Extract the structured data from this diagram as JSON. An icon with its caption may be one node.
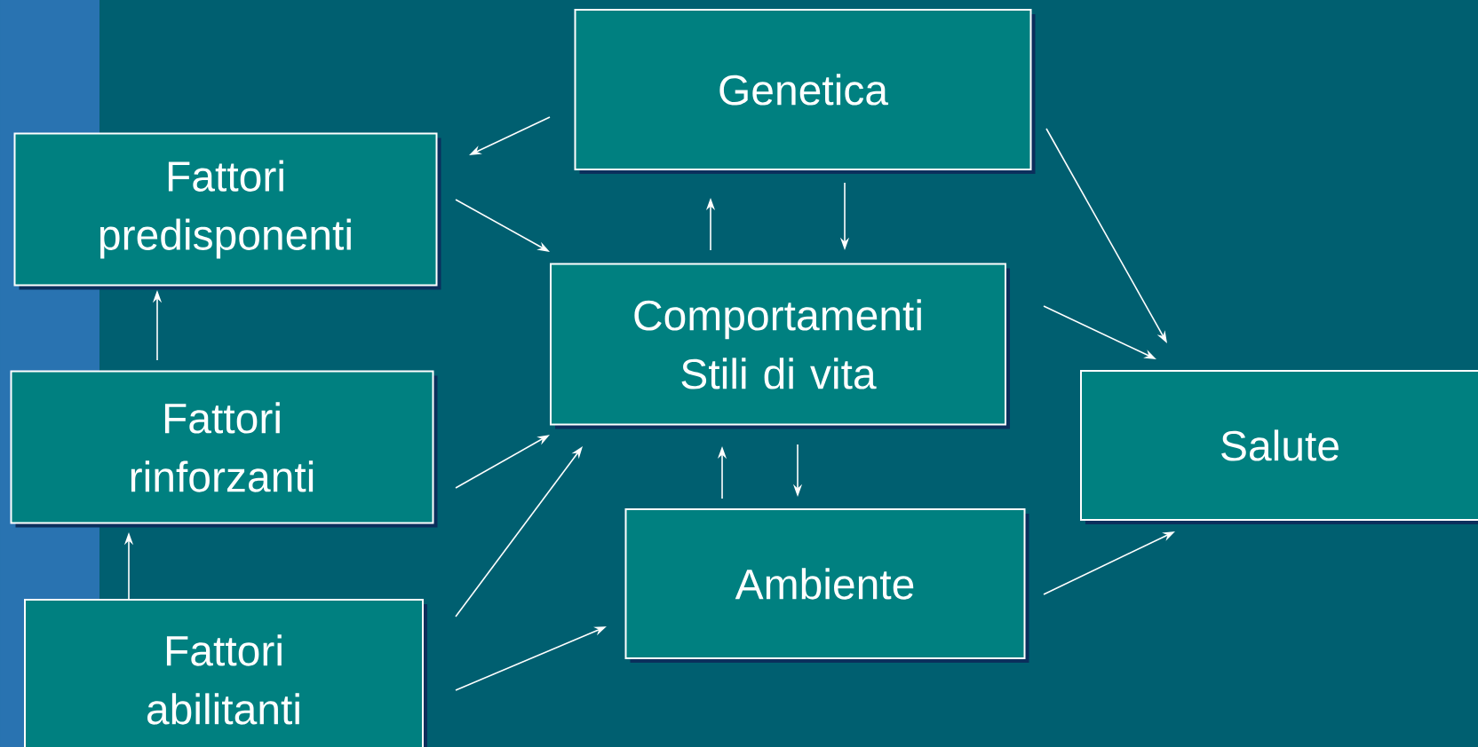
{
  "diagram": {
    "nodes": [
      {
        "text": [
          "Genetica"
        ]
      },
      {
        "text": [
          "Fattori predisponenti"
        ]
      },
      {
        "text": [
          "Comportamenti Stili di vita"
        ]
      },
      {
        "text": [
          "Fattori rinforzanti"
        ]
      },
      {
        "text": [
          "Salute"
        ]
      },
      {
        "text": [
          "Ambiente"
        ]
      },
      {
        "text": [
          "Fattori abilitanti"
        ]
      }
    ],
    "edges": [
      {
        "from": 0,
        "to": 1,
        "arrow": "to"
      },
      {
        "from": 1,
        "to": 2,
        "arrow": "to"
      },
      {
        "from": 2,
        "to": 0,
        "arrow": "to"
      },
      {
        "from": 0,
        "to": 2,
        "arrow": "to"
      },
      {
        "from": 0,
        "to": 4,
        "arrow": "to"
      },
      {
        "from": 2,
        "to": 4,
        "arrow": "to"
      },
      {
        "from": 3,
        "to": 1,
        "arrow": "to"
      },
      {
        "from": 3,
        "to": 2,
        "arrow": "to"
      },
      {
        "from": 6,
        "to": 3,
        "arrow": "to"
      },
      {
        "from": 6,
        "to": 2,
        "arrow": "to"
      },
      {
        "from": 6,
        "to": 5,
        "arrow": "to"
      },
      {
        "from": 2,
        "to": 5,
        "arrow": "to"
      },
      {
        "from": 5,
        "to": 2,
        "arrow": "to"
      },
      {
        "from": 5,
        "to": 4,
        "arrow": "to"
      }
    ]
  }
}
